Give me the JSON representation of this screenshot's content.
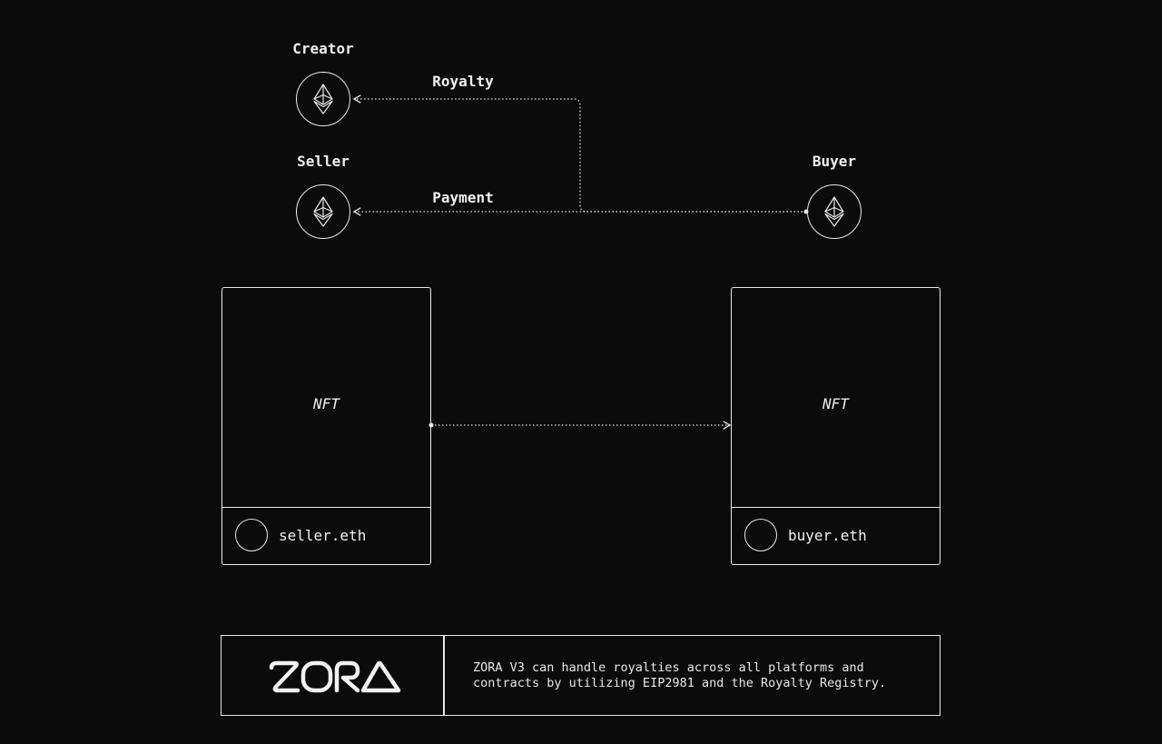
{
  "nodes": {
    "creator": {
      "label": "Creator",
      "icon": "ethereum-icon"
    },
    "seller": {
      "label": "Seller",
      "icon": "ethereum-icon"
    },
    "buyer": {
      "label": "Buyer",
      "icon": "ethereum-icon"
    }
  },
  "edges": {
    "royalty": {
      "label": "Royalty",
      "from": "Buyer",
      "to": "Creator"
    },
    "payment": {
      "label": "Payment",
      "from": "Buyer",
      "to": "Seller"
    },
    "nft_transfer": {
      "from": "seller.eth",
      "to": "buyer.eth"
    }
  },
  "cards": {
    "seller": {
      "nft_label": "NFT",
      "owner": "seller.eth"
    },
    "buyer": {
      "nft_label": "NFT",
      "owner": "buyer.eth"
    }
  },
  "footer": {
    "logo_text": "ZORA",
    "description_line1": "ZORA V3 can handle royalties across all platforms and",
    "description_line2": "contracts by utilizing EIP2981 and the Royalty Registry."
  },
  "colors": {
    "background": "#0b0b0b",
    "stroke": "#e8e8e8",
    "text": "#f0f0f0"
  }
}
